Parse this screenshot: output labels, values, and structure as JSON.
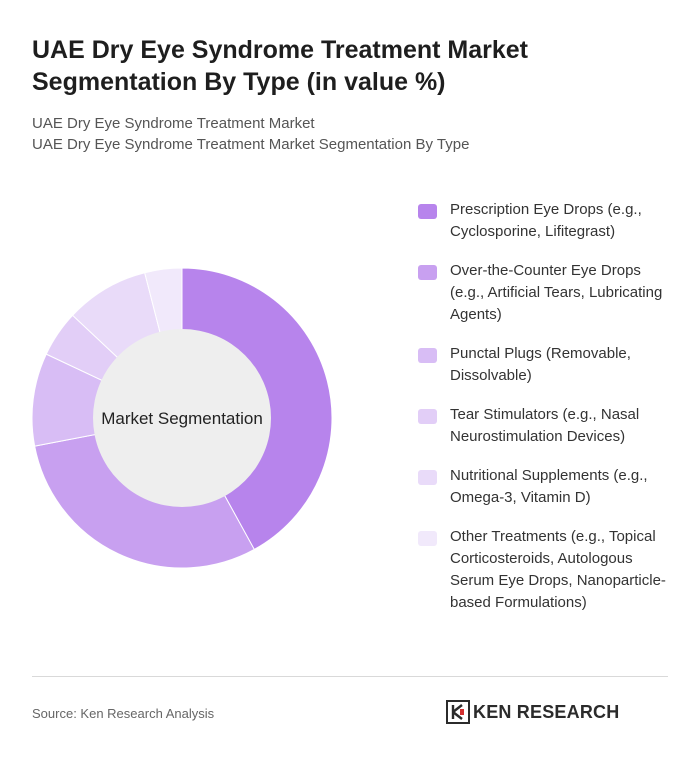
{
  "title": "UAE Dry Eye Syndrome Treatment Market Segmentation By Type (in value %)",
  "subtitle_lines": [
    "UAE Dry Eye Syndrome Treatment Market",
    "UAE Dry Eye Syndrome Treatment Market Segmentation By Type"
  ],
  "chart_data": {
    "type": "pie",
    "donut": true,
    "center_label": "Market Segmentation",
    "categories": [
      "Prescription Eye Drops (e.g., Cyclosporine, Lifitegrast)",
      "Over-the-Counter Eye Drops (e.g., Artificial Tears, Lubricating Agents)",
      "Punctal Plugs (Removable, Dissolvable)",
      "Tear Stimulators (e.g., Nasal Neurostimulation Devices)",
      "Nutritional Supplements (e.g., Omega-3, Vitamin D)",
      "Other Treatments (e.g., Topical Corticosteroids, Autologous Serum Eye Drops, Nanoparticle-based Formulations)"
    ],
    "values": [
      42,
      30,
      10,
      5,
      9,
      4
    ],
    "colors": [
      "#b784ec",
      "#c8a0f0",
      "#d8bdf5",
      "#e2cef7",
      "#e9dbf9",
      "#f1e9fb"
    ],
    "legend_position": "right"
  },
  "footer": {
    "source": "Source: Ken Research Analysis",
    "brand": "KEN RESEARCH"
  }
}
